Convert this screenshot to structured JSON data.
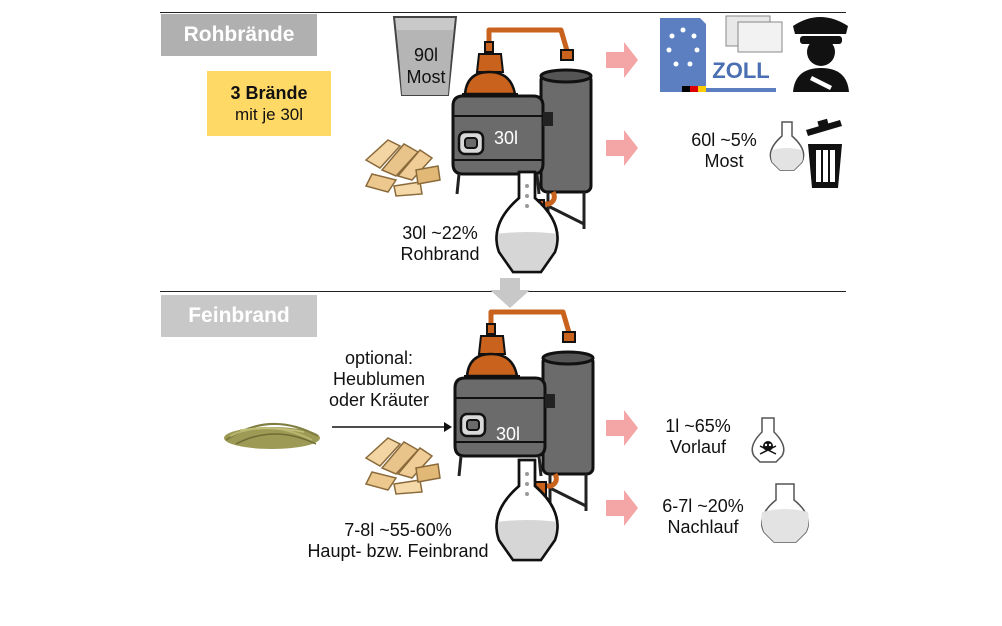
{
  "sections": {
    "raw": {
      "title": "Rohbrände"
    },
    "fine": {
      "title": "Feinbrand"
    }
  },
  "note": {
    "line1": "3 Brände",
    "line2": "mit je 30l"
  },
  "raw_stage": {
    "bucket_line1": "90l",
    "bucket_line2": "Most",
    "still_volume": "30l",
    "output_line1": "30l ~22%",
    "output_line2": "Rohbrand",
    "customs_label": "ZOLL",
    "waste_line1": "60l ~5%",
    "waste_line2": "Most"
  },
  "fine_stage": {
    "still_volume": "30l",
    "optional_line1": "optional:",
    "optional_line2": "Heublumen",
    "optional_line3": "oder Kräuter",
    "output_line1": "7-8l ~55-60%",
    "output_line2": "Haupt- bzw. Feinbrand",
    "foreshots_line1": "1l ~65%",
    "foreshots_line2": "Vorlauf",
    "tails_line1": "6-7l ~20%",
    "tails_line2": "Nachlauf"
  },
  "colors": {
    "copper": "#c8621c",
    "still_body": "#6b6b6b",
    "arrow_pink": "#f4a6a6",
    "arrow_gray": "#c8c8c8",
    "note_yellow": "#ffd966"
  }
}
